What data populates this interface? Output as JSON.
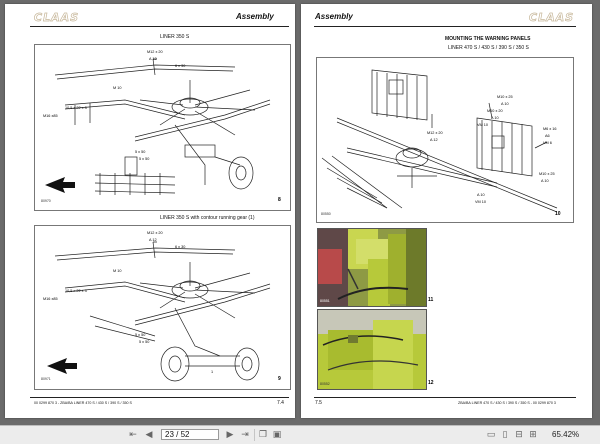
{
  "left_page": {
    "brand": "CLAAS",
    "header": "Assembly",
    "fig8": {
      "caption": "LINER 350 S",
      "number": "8",
      "id": "80970",
      "callouts": [
        "M12 x 20",
        "A 12",
        "6 x 30",
        "M 10",
        "10,5 x 22 x 3",
        "M16 x85",
        "5 x 50",
        "5 x 50"
      ]
    },
    "fig9": {
      "caption": "LINER 350 S with contour running gear (1)",
      "number": "9",
      "id": "80971",
      "callouts": [
        "M12 x 20",
        "A 12",
        "6 x 30",
        "M 10",
        "10,5 x 22 x 3",
        "M16 x85",
        "5 x 50",
        "5 x 50",
        "1"
      ]
    },
    "footer": "00 0299 870 3 - ZBA/BA LINER 470 S / 430 S / 390 S / 350 S",
    "page_number": "7.4"
  },
  "right_page": {
    "brand": "CLAAS",
    "header": "Assembly",
    "section_title": "MOUNTING THE WARNING PANELS",
    "subtitle": "LINER 470 S / 430 S / 390 S / 350 S",
    "fig10": {
      "number": "10",
      "id": "80550",
      "callouts": [
        "M10 x 25",
        "A 10",
        "M10 x 20",
        "A 10",
        "VM 10",
        "M12 x 20",
        "A 12",
        "M6 x 16",
        "A6",
        "VM 6",
        "M10 x 25",
        "A 10",
        "A 10",
        "VM 10"
      ]
    },
    "fig11": {
      "number": "11",
      "id": "80551"
    },
    "fig12": {
      "number": "12",
      "id": "80552"
    },
    "page_number": "7.5",
    "footer": "ZBA/BA LINER 470 S / 430 S / 390 S / 350 S - 00 0299 870 3"
  },
  "toolbar": {
    "page_value": "23 / 52",
    "zoom": "65.42%",
    "icons": [
      "first-page-icon",
      "previous-page-icon",
      "next-page-icon",
      "last-page-icon",
      "copy-icon",
      "paste-icon",
      "fit-width-icon",
      "fit-page-icon",
      "zoom-out-icon",
      "zoom-in-icon"
    ]
  },
  "colors": {
    "background": "#6b6b6b",
    "page": "#ffffff",
    "brand_outline": "#c7b79a",
    "photo_green": "#b7c93a",
    "toolbar": "#ececec"
  }
}
